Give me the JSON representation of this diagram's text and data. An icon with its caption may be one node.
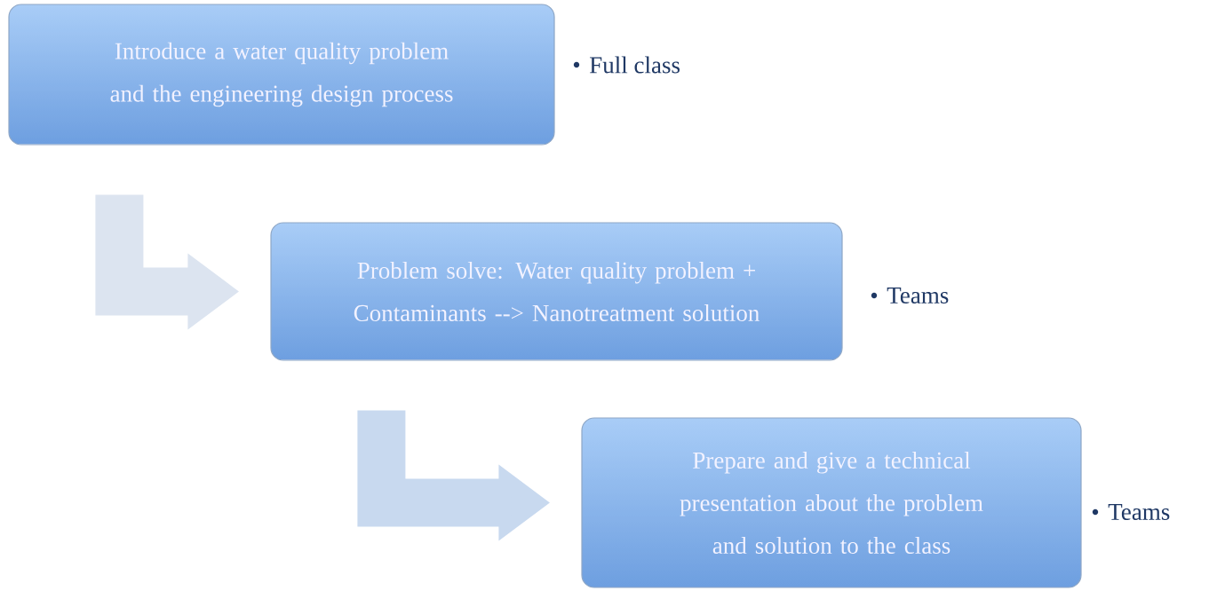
{
  "diagram": {
    "nodes": [
      {
        "text": [
          "Introduce a water quality problem and the engineering design process"
        ],
        "beside": [
          "Full class"
        ]
      },
      {
        "text": [
          "Problem solve: Water quality problem + Contaminants --> Nanotreatment solution"
        ],
        "beside": [
          "Teams"
        ]
      },
      {
        "text": [
          "Prepare and give a technical presentation about the problem and solution to the class"
        ],
        "beside": [
          "Teams"
        ]
      }
    ],
    "edges": [
      {
        "from": 0,
        "to": 1,
        "arrow": "to"
      },
      {
        "from": 1,
        "to": 2,
        "arrow": "to",
        "color": "#c8d9ef"
      }
    ]
  }
}
